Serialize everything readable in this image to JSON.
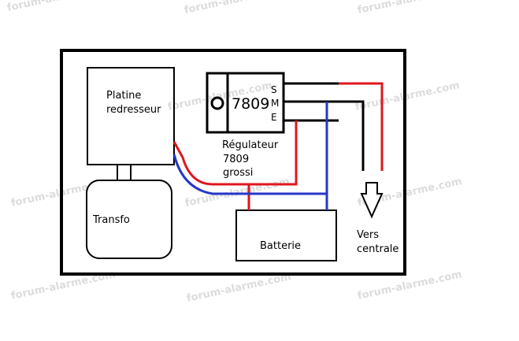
{
  "watermark": "forum-alarme.com",
  "labels": {
    "rectifier_line1": "Platine",
    "rectifier_line2": "redresseur",
    "transformer": "Transfo",
    "battery": "Batterie",
    "regulator_chip": "7809",
    "pin_s": "S",
    "pin_m": "M",
    "pin_e": "E",
    "regulator_caption_line1": "Régulateur",
    "regulator_caption_line2": "7809",
    "regulator_caption_line3": "grossi",
    "destination_line1": "Vers",
    "destination_line2": "centrale"
  },
  "colors": {
    "positive_wire": "#e0161e",
    "negative_wire": "#2636c8",
    "outline": "#000000",
    "watermark": "#dcdcdc"
  }
}
